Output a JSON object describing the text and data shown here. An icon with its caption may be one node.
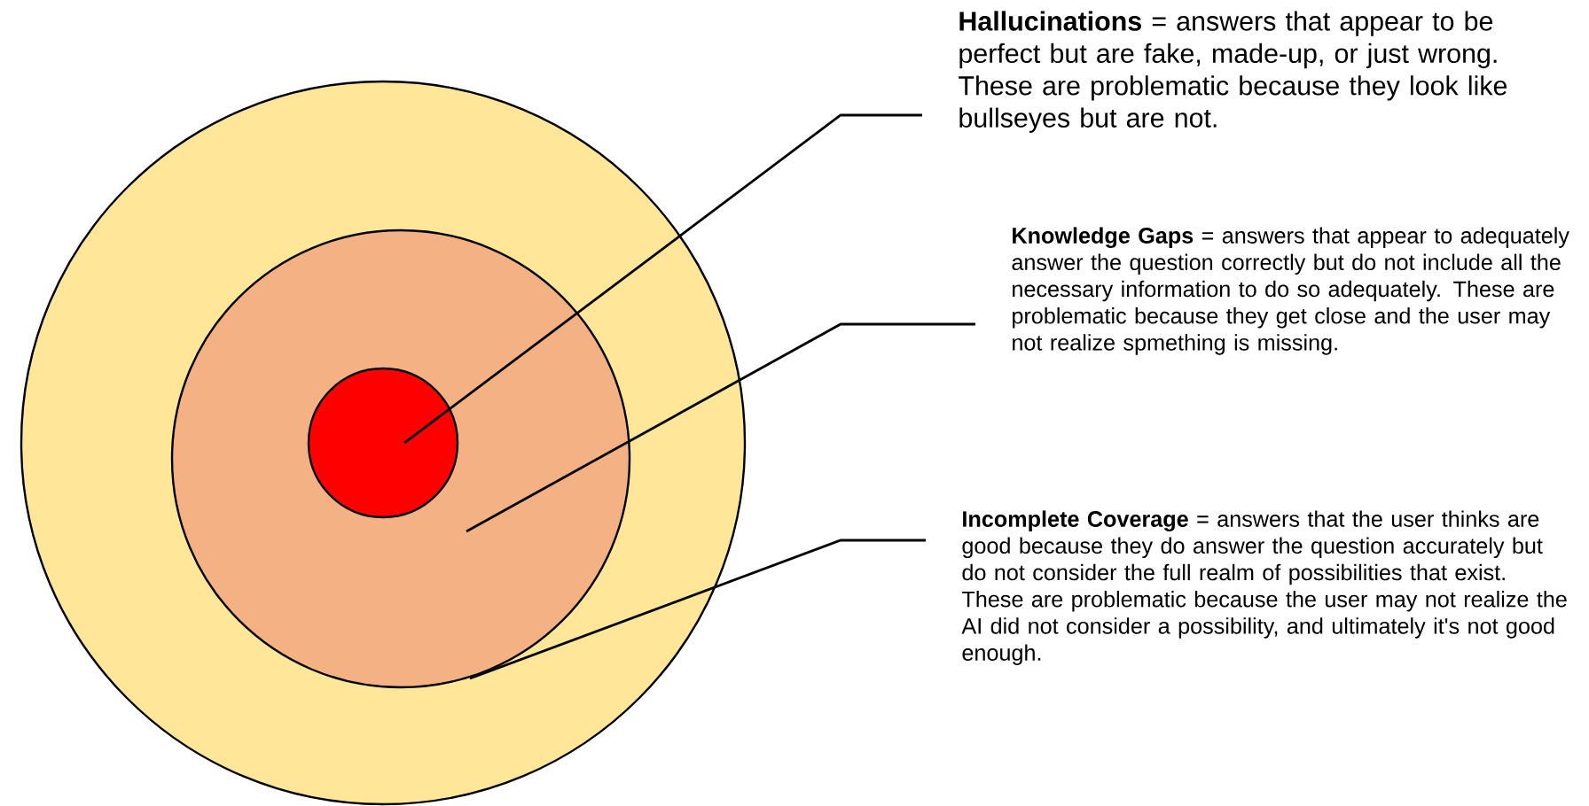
{
  "diagram": {
    "nodes": [
      {
        "text": [],
        "shape": "circle"
      },
      {
        "text": [],
        "shape": "circle",
        "in": 0
      },
      {
        "text": [],
        "shape": "circle",
        "in": 1
      },
      {
        "text": [
          "**Hallucinations** = answers that appear to be perfect but are fake, made-up, or just wrong. These are problematic because they look like bullseyes but are not."
        ]
      },
      {
        "text": [
          "**Knowledge Gaps** = answers that appear to adequately answer the question correctly but do not include all the necessary information to do so adequately. These are problematic because they get close and the user may not realize spmething is missing."
        ]
      },
      {
        "text": [
          "**Incomplete Coverage** = answers that the user thinks are good because they do answer the question accurately but do not consider the full realm of possibilities that exist. These are problematic because the user may not realize the AI did not consider a possibility, and ultimately it's not good enough."
        ]
      }
    ],
    "edges": [
      {
        "from": 3,
        "to": 2,
        "arrow": "none"
      },
      {
        "from": 4,
        "to": 1,
        "arrow": "none"
      },
      {
        "from": 5,
        "to": 0,
        "arrow": "none"
      }
    ]
  }
}
